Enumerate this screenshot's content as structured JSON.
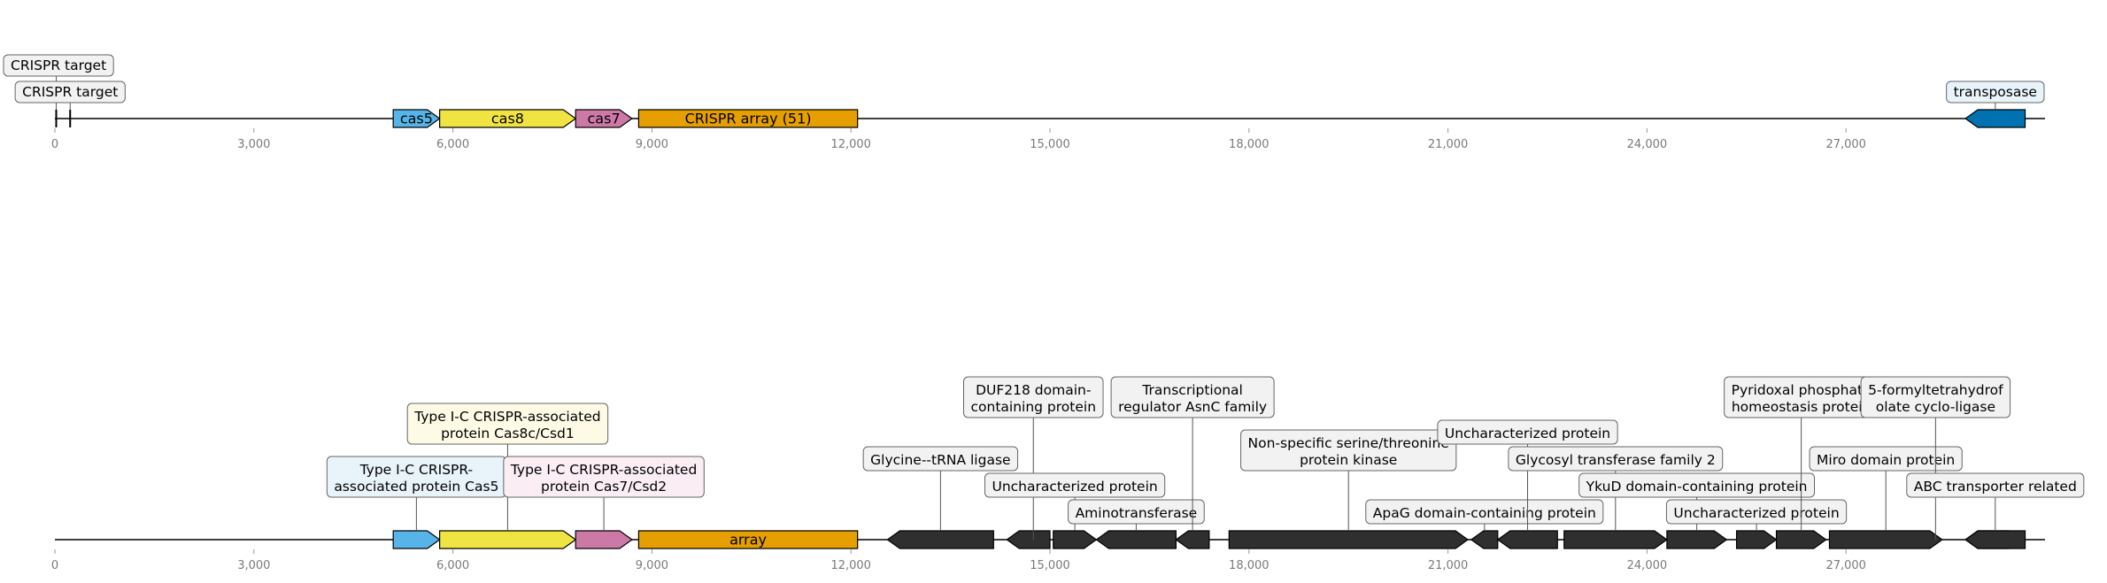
{
  "chart_data": [
    {
      "type": "gene-map",
      "axis": {
        "min": 0,
        "max": 30000,
        "ticks": [
          0,
          3000,
          6000,
          9000,
          12000,
          15000,
          18000,
          21000,
          24000,
          27000
        ],
        "tick_labels": [
          "0",
          "3,000",
          "6,000",
          "9,000",
          "12,000",
          "15,000",
          "18,000",
          "21,000",
          "24,000",
          "27,000"
        ]
      },
      "features": [
        {
          "name": "cas5",
          "start": 5100,
          "end": 5800,
          "strand": 1,
          "color": "#56b4e9",
          "label": "cas5"
        },
        {
          "name": "cas8",
          "start": 5800,
          "end": 7850,
          "strand": 1,
          "color": "#f0e442",
          "label": "cas8"
        },
        {
          "name": "cas7",
          "start": 7850,
          "end": 8700,
          "strand": 1,
          "color": "#cc79a7",
          "label": "cas7"
        },
        {
          "name": "crispr-array",
          "start": 8800,
          "end": 12100,
          "strand": 0,
          "color": "#e69f00",
          "label": "CRISPR array (51)"
        },
        {
          "name": "transposase",
          "start": 28800,
          "end": 29700,
          "strand": -1,
          "color": "#0072b2",
          "label": ""
        }
      ],
      "markers": [
        {
          "name": "crispr-target-1",
          "pos": 20,
          "label": "CRISPR target",
          "color": "#f2f2f2",
          "level": 2
        },
        {
          "name": "crispr-target-2",
          "pos": 230,
          "label": "CRISPR target",
          "color": "#f2f2f2",
          "level": 1
        },
        {
          "name": "transposase-label",
          "pos": 29250,
          "label": "transposase",
          "color": "#e8f4fa",
          "level": 1
        }
      ]
    },
    {
      "type": "gene-map",
      "axis": {
        "min": 0,
        "max": 30000,
        "ticks": [
          0,
          3000,
          6000,
          9000,
          12000,
          15000,
          18000,
          21000,
          24000,
          27000
        ],
        "tick_labels": [
          "0",
          "3,000",
          "6,000",
          "9,000",
          "12,000",
          "15,000",
          "18,000",
          "21,000",
          "24,000",
          "27,000"
        ]
      },
      "features": [
        {
          "start": 5100,
          "end": 5800,
          "strand": 1,
          "color": "#56b4e9",
          "label": "Type I-C CRISPR-\nassociated protein Cas5",
          "box": "#e8f4fa",
          "level": 1
        },
        {
          "start": 5800,
          "end": 7850,
          "strand": 1,
          "color": "#f0e442",
          "label": "Type I-C CRISPR-associated\nprotein Cas8c/Csd1",
          "box": "#fdfbe6",
          "level": 3
        },
        {
          "start": 7850,
          "end": 8700,
          "strand": 1,
          "color": "#cc79a7",
          "label": "Type I-C CRISPR-associated\nprotein Cas7/Csd2",
          "box": "#faeef4",
          "level": 1
        },
        {
          "start": 8800,
          "end": 12100,
          "strand": 0,
          "color": "#e69f00",
          "label": "array",
          "inner": true
        },
        {
          "start": 12550,
          "end": 14150,
          "strand": -1,
          "color": "#2f2f2f",
          "label": "Glycine--tRNA ligase",
          "box": "#f2f2f2",
          "level": 2
        },
        {
          "start": 14350,
          "end": 15000,
          "strand": -1,
          "color": "#2f2f2f",
          "label": "",
          "box": "",
          "level": 0
        },
        {
          "start": 14700,
          "end": 14800,
          "strand": 0,
          "color": "none",
          "label": "DUF218 domain-\ncontaining protein",
          "box": "#f2f2f2",
          "level": 4,
          "leader_only": true
        },
        {
          "start": 15050,
          "end": 15700,
          "strand": 1,
          "color": "#2f2f2f",
          "label": "Uncharacterized protein",
          "box": "#f2f2f2",
          "level": 1
        },
        {
          "start": 15700,
          "end": 16900,
          "strand": -1,
          "color": "#2f2f2f",
          "label": "Aminotransferase",
          "box": "#f2f2f2",
          "level": 0
        },
        {
          "start": 16900,
          "end": 17400,
          "strand": -1,
          "color": "#2f2f2f",
          "label": "Transcriptional\nregulator AsnC family",
          "box": "#f2f2f2",
          "level": 4
        },
        {
          "start": 17700,
          "end": 21300,
          "strand": 1,
          "color": "#2f2f2f",
          "label": "Non-specific serine/threonine\nprotein kinase",
          "box": "#f2f2f2",
          "level": 2
        },
        {
          "start": 21350,
          "end": 21750,
          "strand": -1,
          "color": "#2f2f2f",
          "label": "ApaG domain-containing protein",
          "box": "#f2f2f2",
          "level": 0
        },
        {
          "start": 21750,
          "end": 22650,
          "strand": -1,
          "color": "#2f2f2f",
          "label": "Uncharacterized protein",
          "box": "#f2f2f2",
          "level": 3
        },
        {
          "start": 22750,
          "end": 24300,
          "strand": 1,
          "color": "#2f2f2f",
          "label": "Glycosyl transferase family 2",
          "box": "#f2f2f2",
          "level": 2
        },
        {
          "start": 24300,
          "end": 25200,
          "strand": 1,
          "color": "#2f2f2f",
          "label": "YkuD domain-containing protein",
          "box": "#f2f2f2",
          "level": 1
        },
        {
          "start": 25350,
          "end": 25950,
          "strand": 1,
          "color": "#2f2f2f",
          "label": "Uncharacterized protein",
          "box": "#f2f2f2",
          "level": 0
        },
        {
          "start": 25950,
          "end": 26700,
          "strand": 1,
          "color": "#2f2f2f",
          "label": "Pyridoxal phosphate\nhomeostasis protein",
          "box": "#f2f2f2",
          "level": 4
        },
        {
          "start": 26750,
          "end": 28450,
          "strand": 1,
          "color": "#2f2f2f",
          "label": "Miro domain protein",
          "box": "#f2f2f2",
          "level": 2
        },
        {
          "start": 28800,
          "end": 29450,
          "strand": -1,
          "color": "#2f2f2f",
          "label": "",
          "box": "",
          "level": 0
        },
        {
          "start": 28300,
          "end": 28400,
          "strand": 0,
          "color": "none",
          "label": "5-formyltetrahydrof\nolate cyclo-ligase",
          "box": "#f2f2f2",
          "level": 4,
          "leader_only": true
        },
        {
          "start": 28800,
          "end": 29700,
          "strand": -1,
          "color": "#2f2f2f",
          "label": "ABC transporter related",
          "box": "#f2f2f2",
          "level": 1
        }
      ]
    }
  ]
}
